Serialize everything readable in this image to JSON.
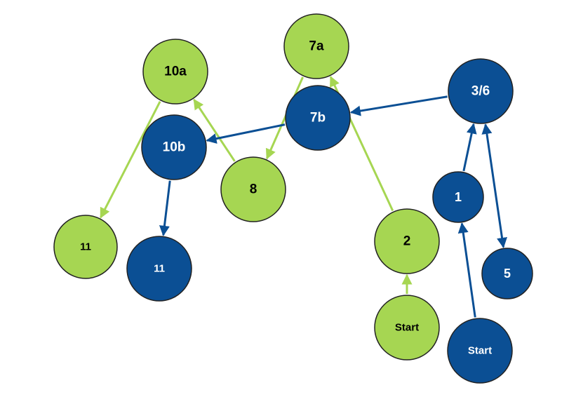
{
  "colors": {
    "green": "#a6d652",
    "blue": "#0b4f94",
    "outline": "#222222"
  },
  "nodes": [
    {
      "id": "n10a",
      "label": "10a",
      "color": "green"
    },
    {
      "id": "n7a",
      "label": "7a",
      "color": "green"
    },
    {
      "id": "n3_6",
      "label": "3/6",
      "color": "blue"
    },
    {
      "id": "n7b",
      "label": "7b",
      "color": "blue"
    },
    {
      "id": "n10b",
      "label": "10b",
      "color": "blue"
    },
    {
      "id": "n8",
      "label": "8",
      "color": "green"
    },
    {
      "id": "n1",
      "label": "1",
      "color": "blue"
    },
    {
      "id": "n11g",
      "label": "11",
      "color": "green"
    },
    {
      "id": "n11b",
      "label": "11",
      "color": "blue"
    },
    {
      "id": "n2",
      "label": "2",
      "color": "green"
    },
    {
      "id": "n5",
      "label": "5",
      "color": "blue"
    },
    {
      "id": "nStartG",
      "label": "Start",
      "color": "green"
    },
    {
      "id": "nStartB",
      "label": "Start",
      "color": "blue"
    }
  ],
  "edges": [
    {
      "from": "nStartG",
      "to": "n2",
      "color": "green"
    },
    {
      "from": "n2",
      "to": "n7a",
      "color": "green"
    },
    {
      "from": "n7a",
      "to": "n8",
      "color": "green"
    },
    {
      "from": "n8",
      "to": "n10a",
      "color": "green"
    },
    {
      "from": "n10a",
      "to": "n11g",
      "color": "green"
    },
    {
      "from": "nStartB",
      "to": "n1",
      "color": "blue"
    },
    {
      "from": "n1",
      "to": "n3_6",
      "color": "blue"
    },
    {
      "from": "n3_6",
      "to": "n7b",
      "color": "blue"
    },
    {
      "from": "n7b",
      "to": "n10b",
      "color": "blue"
    },
    {
      "from": "n10b",
      "to": "n11b",
      "color": "blue"
    },
    {
      "from": "n3_6",
      "to": "n5",
      "color": "blue",
      "bidirectional": true
    }
  ]
}
